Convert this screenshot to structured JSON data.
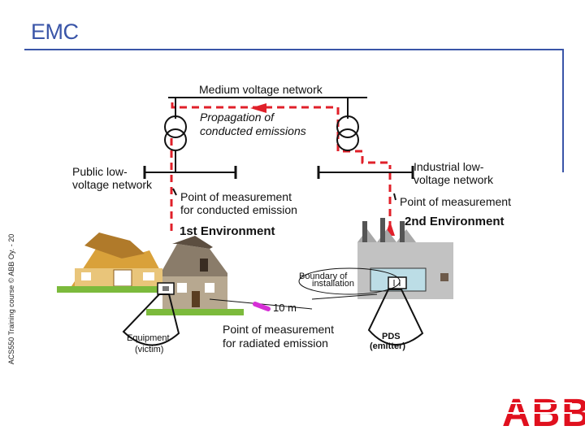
{
  "title": "EMC",
  "side_credit": "ACS550 Training course © ABB Oy. - 20",
  "labels": {
    "medium_voltage": "Medium voltage network",
    "propagation_1": "Propagation of",
    "propagation_2": "conducted emissions",
    "public_lv_1": "Public low-",
    "public_lv_2": "voltage network",
    "industrial_lv_1": "Industrial low-",
    "industrial_lv_2": "voltage network",
    "pom_conducted_1": "Point of measurement",
    "pom_conducted_2": "for conducted emission",
    "pom_right": "Point of measurement",
    "env_1": "1st Environment",
    "env_2": "2nd Environment",
    "boundary_1": "Boundary of",
    "boundary_2": "installation",
    "distance": "10 m",
    "pom_radiated_1": "Point of measurement",
    "pom_radiated_2": "for radiated emission",
    "equipment_1": "Equipment",
    "equipment_2": "(victim)",
    "pds_1": "PDS",
    "pds_2": "(emitter)",
    "logo": "ABB"
  },
  "colors": {
    "title": "#3a55a8",
    "frame": "#3a55a8",
    "emission_path": "#e0202a",
    "logo": "#e0101e",
    "magenta_marker": "#d62fd6"
  }
}
